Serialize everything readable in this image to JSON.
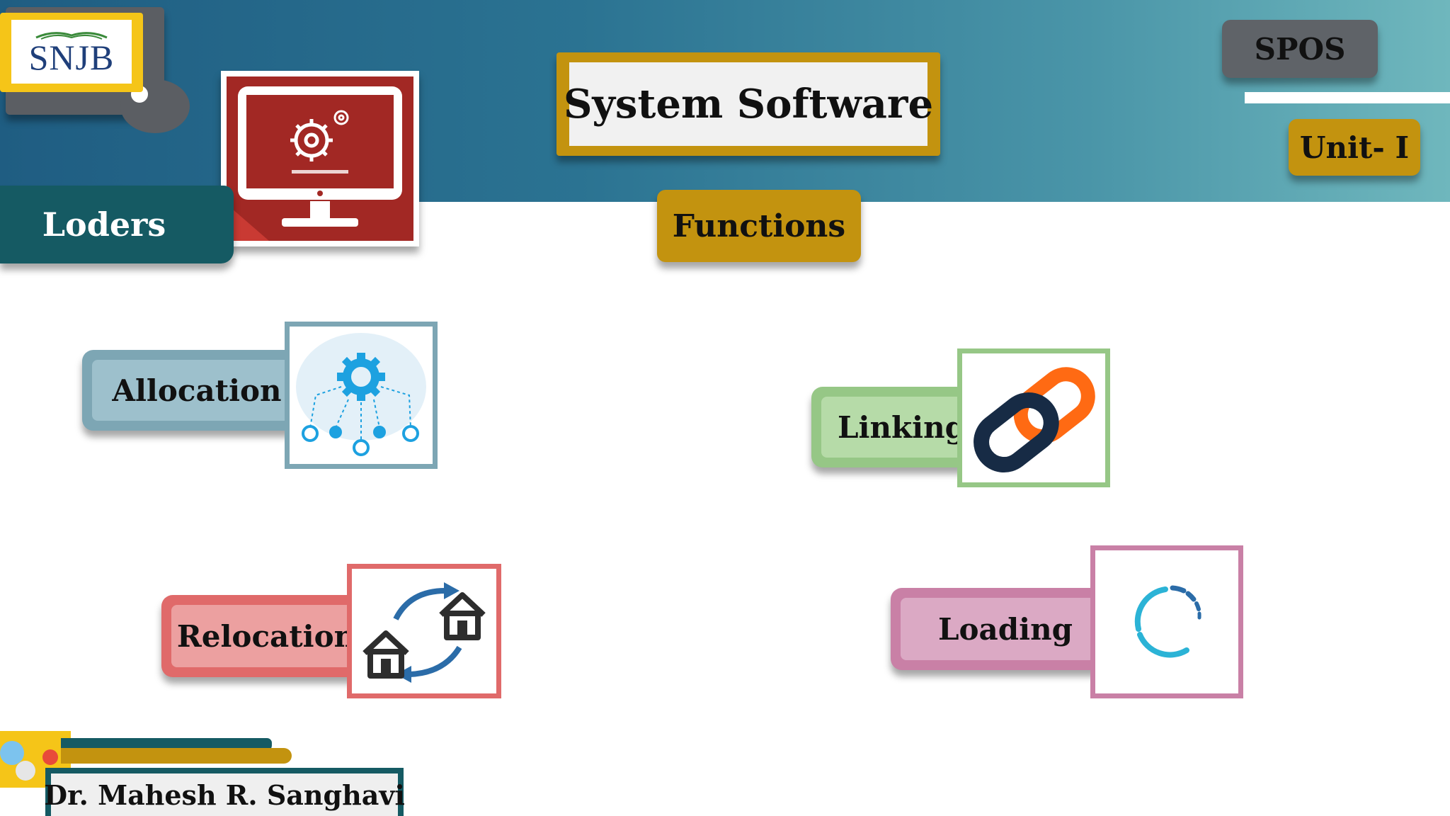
{
  "header": {
    "logo_text": "SNJB",
    "title": "System Software",
    "subject": "SPOS",
    "unit": "Unit- I",
    "topic": "Loders",
    "section": "Functions"
  },
  "functions": [
    {
      "label": "Allocation",
      "icon": "gear-network-icon"
    },
    {
      "label": "Linking",
      "icon": "chain-link-icon"
    },
    {
      "label": "Relocation",
      "icon": "house-swap-icon"
    },
    {
      "label": "Loading",
      "icon": "loading-spinner-icon"
    }
  ],
  "footer": {
    "author": "Dr. Mahesh R. Sanghavi"
  },
  "colors": {
    "banner_start": "#1f5d82",
    "banner_end": "#6fb7bd",
    "gold": "#c3930f",
    "teal_dark": "#155a63",
    "gray_label": "#5f6368",
    "allocation": "#7da6b4",
    "linking": "#96c786",
    "relocation": "#e06a6a",
    "loading": "#c980a6"
  }
}
